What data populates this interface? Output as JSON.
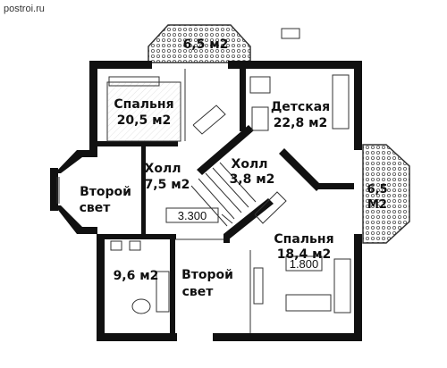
{
  "site": "postroi.ru",
  "balcony_top": "6,5 м2",
  "balcony_right": {
    "area": "6,5",
    "unit": "М2"
  },
  "rooms": {
    "bedroom_top": {
      "name": "Спальня",
      "area": "20,5 м2"
    },
    "kids": {
      "name": "Детская",
      "area": "22,8 м2"
    },
    "hall_left": {
      "name": "Холл",
      "area": "7,5 м2"
    },
    "hall_right": {
      "name": "Холл",
      "area": "3,8 м2"
    },
    "second_light_left": {
      "line1": "Второй",
      "line2": "свет"
    },
    "bedroom_bottom": {
      "name": "Спальня",
      "area": "18,4 м2"
    },
    "bathroom": {
      "area": "9,6 м2"
    },
    "second_light_bottom": {
      "line1": "Второй",
      "line2": "свет"
    }
  },
  "levels": {
    "left": "3.300",
    "right": "1.800"
  },
  "colors": {
    "wall": "#111111",
    "hatch": "#555555",
    "line": "#333333"
  }
}
